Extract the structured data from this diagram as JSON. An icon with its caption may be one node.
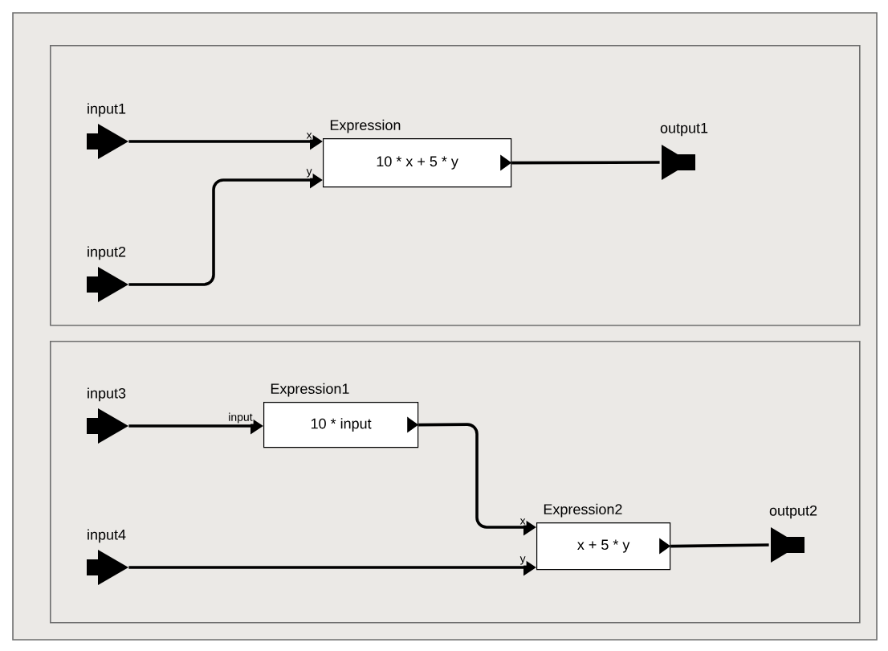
{
  "diagram": {
    "nodes": [
      {
        "text": [],
        "shape": "box"
      },
      {
        "text": [
          "input1"
        ],
        "in": 0
      },
      {
        "text": [
          "input2"
        ],
        "in": 0
      },
      {
        "text": [
          "Expression",
          "10 * x + 5 * y"
        ],
        "in": 0
      },
      {
        "text": [
          "output1"
        ],
        "in": 0
      },
      {
        "text": [],
        "shape": "box"
      },
      {
        "text": [
          "input3"
        ],
        "in": 5
      },
      {
        "text": [
          "input4"
        ],
        "in": 5
      },
      {
        "text": [
          "Expression1",
          "10 * input"
        ],
        "in": 5
      },
      {
        "text": [
          "Expression2",
          "x + 5 * y"
        ],
        "in": 5
      },
      {
        "text": [
          "output2"
        ],
        "in": 5
      }
    ],
    "edges": [
      {
        "from": 1,
        "to": 3,
        "arrow": "to",
        "label": "x"
      },
      {
        "from": 2,
        "to": 3,
        "arrow": "to",
        "label": "y"
      },
      {
        "from": 3,
        "to": 4,
        "arrow": "none"
      },
      {
        "from": 6,
        "to": 8,
        "arrow": "to",
        "label": "input"
      },
      {
        "from": 8,
        "to": 9,
        "arrow": "to",
        "label": "x"
      },
      {
        "from": 7,
        "to": 9,
        "arrow": "to",
        "label": "y"
      },
      {
        "from": 9,
        "to": 10,
        "arrow": "none"
      }
    ]
  }
}
